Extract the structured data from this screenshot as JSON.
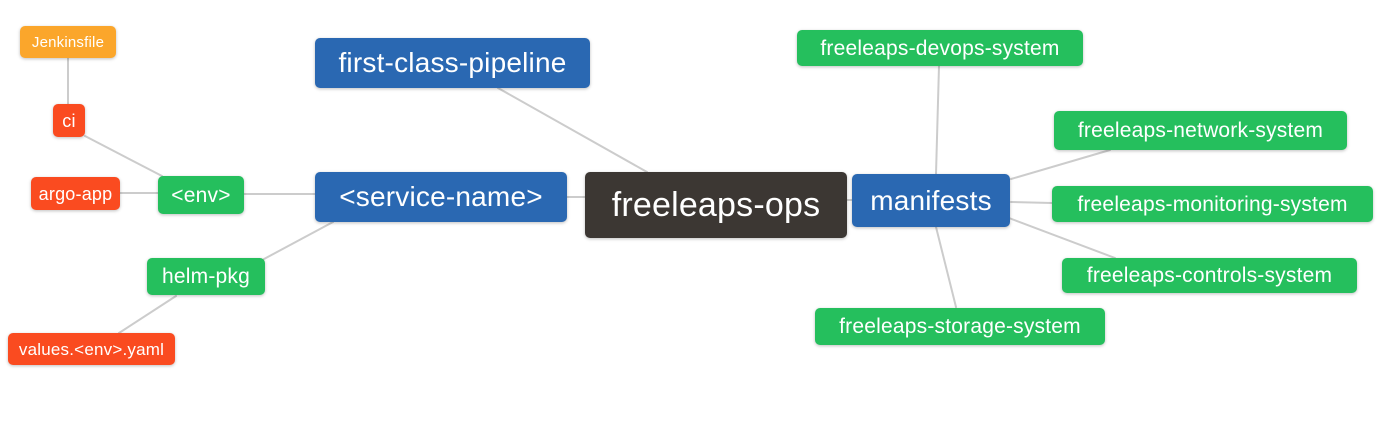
{
  "diagram": {
    "type": "mindmap",
    "root_label": "freeleaps-ops"
  },
  "palette": {
    "blue": "#2a68b2",
    "green": "#25bf5d",
    "orange": "#fba62b",
    "red": "#fa4b20",
    "dark": "#3c3733",
    "edge": "#cccccc",
    "node_text": "#ffffff",
    "background": "#ffffff"
  },
  "nodes": [
    {
      "id": "freeleaps-ops",
      "label": "freeleaps-ops",
      "color": "dark"
    },
    {
      "id": "first-class-pipeline",
      "label": "first-class-pipeline",
      "color": "blue"
    },
    {
      "id": "service-name",
      "label": "<service-name>",
      "color": "blue"
    },
    {
      "id": "env",
      "label": "<env>",
      "color": "green"
    },
    {
      "id": "ci",
      "label": "ci",
      "color": "red"
    },
    {
      "id": "jenkinsfile",
      "label": "Jenkinsfile",
      "color": "orange"
    },
    {
      "id": "argo-app",
      "label": "argo-app",
      "color": "red"
    },
    {
      "id": "helm-pkg",
      "label": "helm-pkg",
      "color": "green"
    },
    {
      "id": "values-env-yaml",
      "label": "values.<env>.yaml",
      "color": "red"
    },
    {
      "id": "manifests",
      "label": "manifests",
      "color": "blue"
    },
    {
      "id": "freeleaps-devops-system",
      "label": "freeleaps-devops-system",
      "color": "green"
    },
    {
      "id": "freeleaps-network-system",
      "label": "freeleaps-network-system",
      "color": "green"
    },
    {
      "id": "freeleaps-monitoring-system",
      "label": "freeleaps-monitoring-system",
      "color": "green"
    },
    {
      "id": "freeleaps-controls-system",
      "label": "freeleaps-controls-system",
      "color": "green"
    },
    {
      "id": "freeleaps-storage-system",
      "label": "freeleaps-storage-system",
      "color": "green"
    }
  ],
  "edges": [
    {
      "from": "jenkinsfile",
      "to": "ci"
    },
    {
      "from": "ci",
      "to": "env"
    },
    {
      "from": "argo-app",
      "to": "env"
    },
    {
      "from": "env",
      "to": "service-name"
    },
    {
      "from": "helm-pkg",
      "to": "service-name"
    },
    {
      "from": "values-env-yaml",
      "to": "helm-pkg"
    },
    {
      "from": "first-class-pipeline",
      "to": "freeleaps-ops"
    },
    {
      "from": "service-name",
      "to": "freeleaps-ops"
    },
    {
      "from": "freeleaps-ops",
      "to": "manifests"
    },
    {
      "from": "manifests",
      "to": "freeleaps-devops-system"
    },
    {
      "from": "manifests",
      "to": "freeleaps-network-system"
    },
    {
      "from": "manifests",
      "to": "freeleaps-monitoring-system"
    },
    {
      "from": "manifests",
      "to": "freeleaps-controls-system"
    },
    {
      "from": "manifests",
      "to": "freeleaps-storage-system"
    }
  ]
}
